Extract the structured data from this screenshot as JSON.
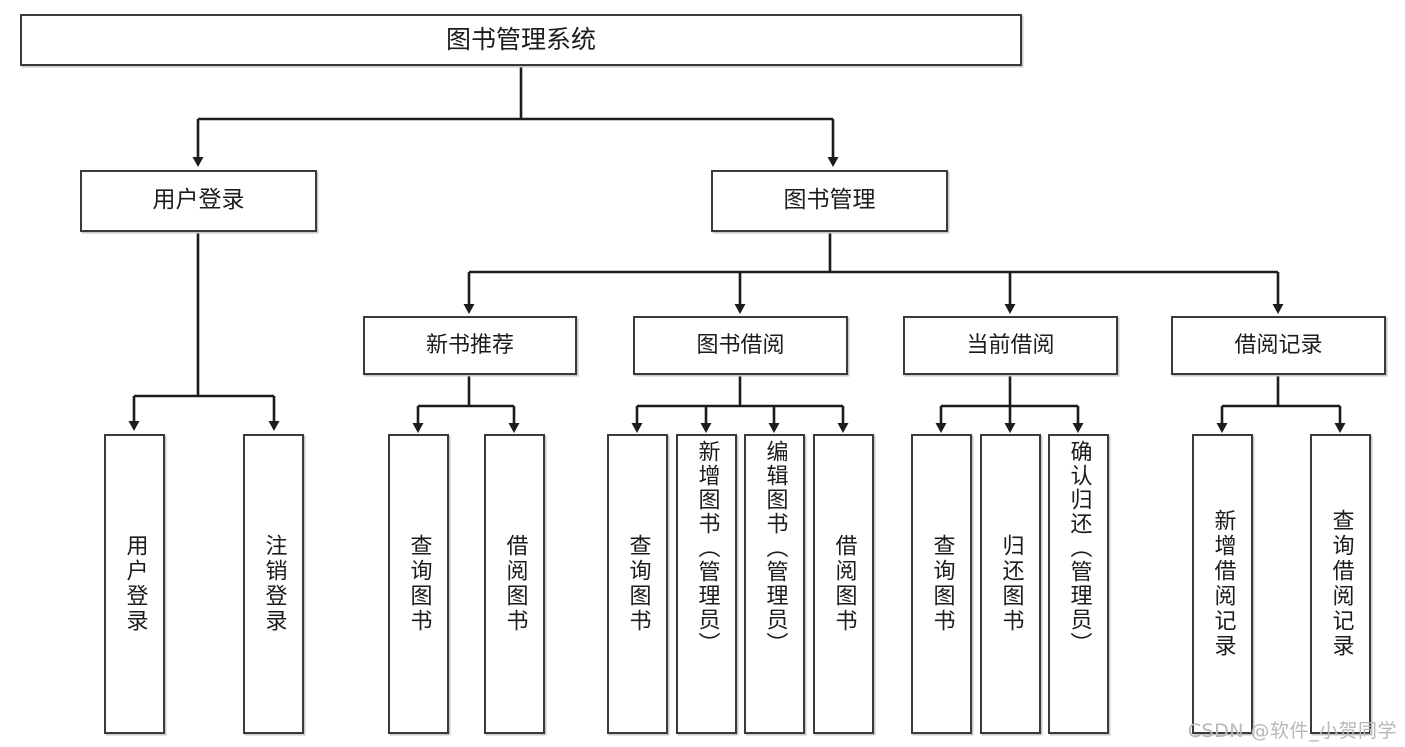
{
  "diagram": {
    "title": "图书管理系统",
    "type": "tree",
    "theme": {
      "background": "#ffffff",
      "box_border": "#3a3a3a",
      "box_fill": "#ffffff",
      "text": "#1c1c1c",
      "connector": "#1c1c1c",
      "shadow": "#c9c9c9",
      "watermark": "#b8b8b8"
    },
    "watermark": "CSDN @软件_小贺同学",
    "nodes": {
      "root": {
        "label": "图书管理系统"
      },
      "level2": [
        {
          "label": "用户登录"
        },
        {
          "label": "图书管理"
        }
      ],
      "level3": [
        {
          "label": "新书推荐"
        },
        {
          "label": "图书借阅"
        },
        {
          "label": "当前借阅"
        },
        {
          "label": "借阅记录"
        }
      ],
      "leaves": [
        {
          "label": "用户登录",
          "parent": "用户登录"
        },
        {
          "label": "注销登录",
          "parent": "用户登录"
        },
        {
          "label": "查询图书",
          "parent": "新书推荐"
        },
        {
          "label": "借阅图书",
          "parent": "新书推荐"
        },
        {
          "label": "查询图书",
          "parent": "图书借阅"
        },
        {
          "label": "新增图书（管理员）",
          "parent": "图书借阅"
        },
        {
          "label": "编辑图书（管理员）",
          "parent": "图书借阅"
        },
        {
          "label": "借阅图书",
          "parent": "图书借阅"
        },
        {
          "label": "查询图书",
          "parent": "当前借阅"
        },
        {
          "label": "归还图书",
          "parent": "当前借阅"
        },
        {
          "label": "确认归还（管理员）",
          "parent": "当前借阅"
        },
        {
          "label": "新增借阅记录",
          "parent": "借阅记录"
        },
        {
          "label": "查询借阅记录",
          "parent": "借阅记录"
        }
      ]
    }
  }
}
